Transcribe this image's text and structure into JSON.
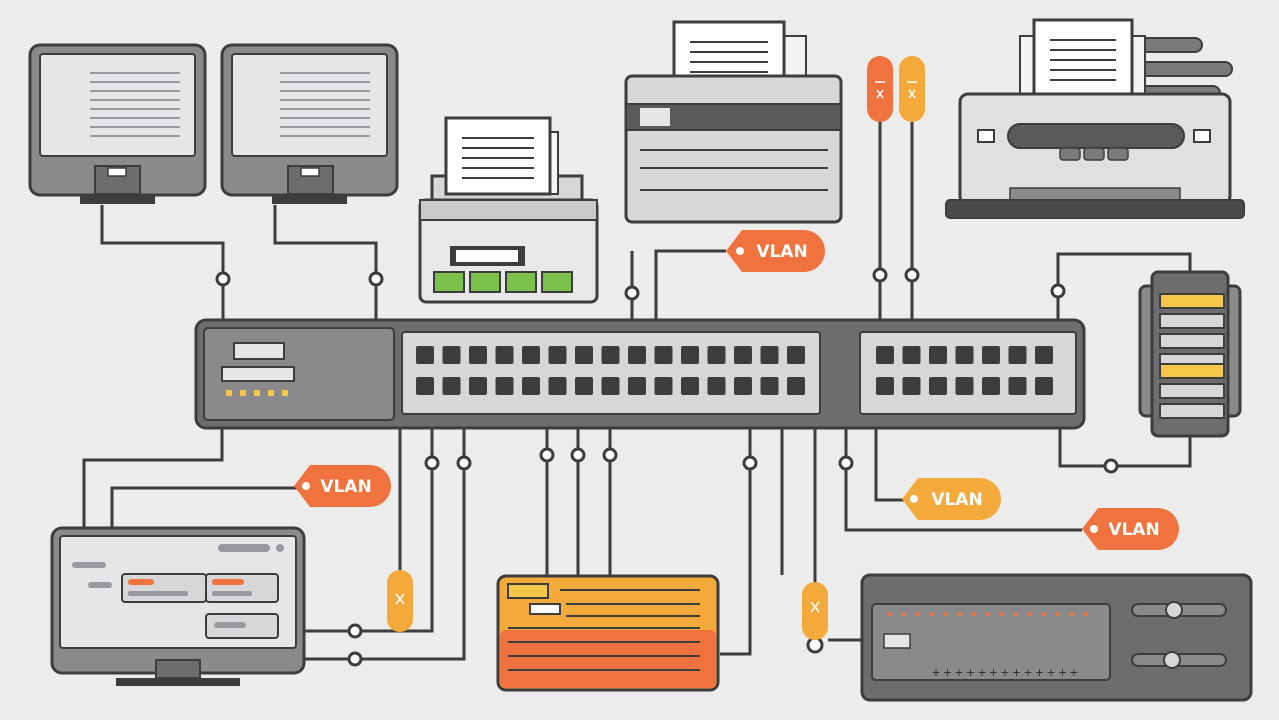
{
  "colors": {
    "background": "#ececec",
    "outline": "#3d3d40",
    "device_gray": "#8a8a8d",
    "device_light": "#d7d7d9",
    "tag_orange": "#f0733f",
    "tag_amber": "#f4a93b",
    "screen": "#e6e6e8"
  },
  "labels": {
    "vlan_1": "VLAN",
    "vlan_2": "VLAN",
    "vlan_3": "VLAN",
    "vlan_4": "VLAN"
  },
  "icons": [
    "monitor-icon",
    "printer-icon",
    "network-switch-icon",
    "server-rack-icon",
    "router-icon",
    "network-appliance-icon",
    "vlan-tag-icon",
    "connector-node-icon"
  ]
}
